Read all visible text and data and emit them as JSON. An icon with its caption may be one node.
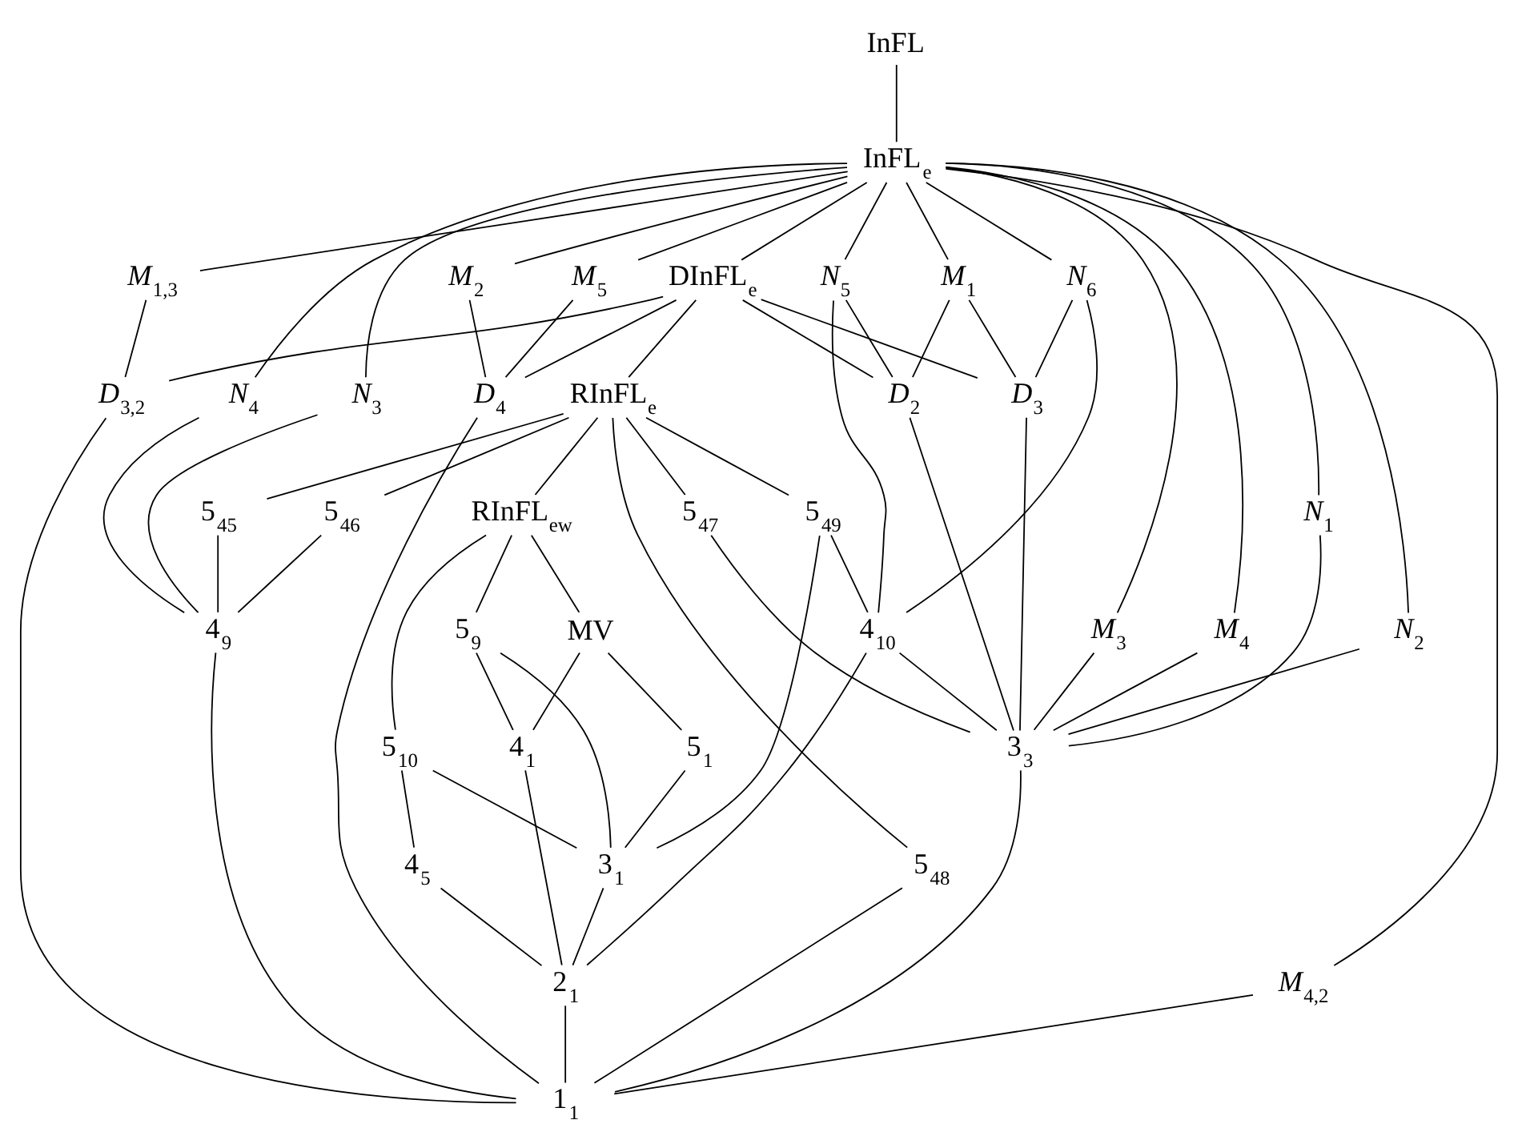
{
  "diagram": {
    "nodes": [
      {
        "text": [
          "InFL"
        ]
      },
      {
        "text": [
          "InFL$_{e}$"
        ]
      },
      {
        "text": [
          "DInFL$_{e}$"
        ]
      },
      {
        "text": [
          "RInFL$_{e}$"
        ]
      },
      {
        "text": [
          "RInFL$_{ew}$"
        ]
      },
      {
        "text": [
          "MV"
        ]
      },
      {
        "text": [
          "5$_{1}$"
        ]
      },
      {
        "text": [
          "5$_{9}$"
        ]
      },
      {
        "text": [
          "5$_{10}$"
        ]
      },
      {
        "text": [
          "5$_{49}$"
        ]
      },
      {
        "text": [
          "*N*$_{5}$"
        ]
      },
      {
        "text": [
          "*N*$_{6}$"
        ]
      },
      {
        "text": [
          "*M*$_{1}$"
        ]
      },
      {
        "text": [
          "4$_{1}$"
        ]
      },
      {
        "text": [
          "3$_{1}$"
        ]
      },
      {
        "text": [
          "4$_{5}$"
        ]
      },
      {
        "text": [
          "5$_{46}$"
        ]
      },
      {
        "text": [
          "4$_{10}$"
        ]
      },
      {
        "text": [
          "5$_{45}$"
        ]
      },
      {
        "text": [
          "5$_{47}$"
        ]
      },
      {
        "text": [
          "*D*$_{2}$"
        ]
      },
      {
        "text": [
          "*D*$_{3}$"
        ]
      },
      {
        "text": [
          "*N*$_{3}$"
        ]
      },
      {
        "text": [
          "*N*$_{4}$"
        ]
      },
      {
        "text": [
          "*M*$_{3}$"
        ]
      },
      {
        "text": [
          "*M*$_{4}$"
        ]
      },
      {
        "text": [
          "*N*$_{1}$"
        ]
      },
      {
        "text": [
          "*N*$_{2}$"
        ]
      },
      {
        "text": [
          "*M*$_{2}$"
        ]
      },
      {
        "text": [
          "*M*$_{5}$"
        ]
      },
      {
        "text": [
          "*M*$_{1,3}$"
        ]
      },
      {
        "text": [
          "2$_{1}$"
        ]
      },
      {
        "text": [
          "5$_{48}$"
        ]
      },
      {
        "text": [
          "4$_{9}$"
        ]
      },
      {
        "text": [
          "3$_{3}$"
        ]
      },
      {
        "text": [
          "*D*$_{4}$"
        ]
      },
      {
        "text": [
          "*D*$_{3,2}$"
        ]
      },
      {
        "text": [
          "*M*$_{4,2}$"
        ]
      },
      {
        "text": [
          "1$_{1}$"
        ]
      }
    ],
    "edges": [
      {
        "from": 0,
        "to": 1,
        "arrow": "none"
      },
      {
        "from": 1,
        "to": 2,
        "arrow": "none"
      },
      {
        "from": 2,
        "to": 3,
        "arrow": "none"
      },
      {
        "from": 3,
        "to": 4,
        "arrow": "none"
      },
      {
        "from": 4,
        "to": 5,
        "arrow": "none"
      },
      {
        "from": 4,
        "to": 7,
        "arrow": "none"
      },
      {
        "from": 4,
        "to": 8,
        "arrow": "none"
      },
      {
        "from": 5,
        "to": 13,
        "arrow": "none"
      },
      {
        "from": 5,
        "to": 6,
        "arrow": "none"
      },
      {
        "from": 3,
        "to": 16,
        "arrow": "none"
      },
      {
        "from": 3,
        "to": 9,
        "arrow": "none"
      },
      {
        "from": 3,
        "to": 32,
        "arrow": "none"
      },
      {
        "from": 3,
        "to": 18,
        "arrow": "none"
      },
      {
        "from": 3,
        "to": 19,
        "arrow": "none"
      },
      {
        "from": 2,
        "to": 20,
        "arrow": "none"
      },
      {
        "from": 2,
        "to": 21,
        "arrow": "none"
      },
      {
        "from": 2,
        "to": 35,
        "arrow": "none"
      },
      {
        "from": 2,
        "to": 36,
        "arrow": "none"
      },
      {
        "from": 1,
        "to": 10,
        "arrow": "none"
      },
      {
        "from": 1,
        "to": 11,
        "arrow": "none"
      },
      {
        "from": 1,
        "to": 12,
        "arrow": "none"
      },
      {
        "from": 1,
        "to": 22,
        "arrow": "none"
      },
      {
        "from": 1,
        "to": 23,
        "arrow": "none"
      },
      {
        "from": 1,
        "to": 24,
        "arrow": "none"
      },
      {
        "from": 1,
        "to": 25,
        "arrow": "none"
      },
      {
        "from": 1,
        "to": 26,
        "arrow": "none"
      },
      {
        "from": 1,
        "to": 27,
        "arrow": "none"
      },
      {
        "from": 1,
        "to": 28,
        "arrow": "none"
      },
      {
        "from": 1,
        "to": 37,
        "arrow": "none"
      },
      {
        "from": 1,
        "to": 29,
        "arrow": "none"
      },
      {
        "from": 1,
        "to": 30,
        "arrow": "none"
      },
      {
        "from": 6,
        "to": 14,
        "arrow": "none"
      },
      {
        "from": 7,
        "to": 13,
        "arrow": "none"
      },
      {
        "from": 7,
        "to": 14,
        "arrow": "none"
      },
      {
        "from": 8,
        "to": 14,
        "arrow": "none"
      },
      {
        "from": 8,
        "to": 15,
        "arrow": "none"
      },
      {
        "from": 9,
        "to": 14,
        "arrow": "none"
      },
      {
        "from": 9,
        "to": 17,
        "arrow": "none"
      },
      {
        "from": 10,
        "to": 17,
        "arrow": "none"
      },
      {
        "from": 10,
        "to": 20,
        "arrow": "none"
      },
      {
        "from": 11,
        "to": 17,
        "arrow": "none"
      },
      {
        "from": 11,
        "to": 21,
        "arrow": "none"
      },
      {
        "from": 12,
        "to": 20,
        "arrow": "none"
      },
      {
        "from": 12,
        "to": 21,
        "arrow": "none"
      },
      {
        "from": 13,
        "to": 31,
        "arrow": "none"
      },
      {
        "from": 14,
        "to": 31,
        "arrow": "none"
      },
      {
        "from": 15,
        "to": 31,
        "arrow": "none"
      },
      {
        "from": 17,
        "to": 31,
        "arrow": "none"
      },
      {
        "from": 16,
        "to": 33,
        "arrow": "none"
      },
      {
        "from": 17,
        "to": 34,
        "arrow": "none"
      },
      {
        "from": 18,
        "to": 33,
        "arrow": "none"
      },
      {
        "from": 19,
        "to": 34,
        "arrow": "none"
      },
      {
        "from": 20,
        "to": 34,
        "arrow": "none"
      },
      {
        "from": 21,
        "to": 34,
        "arrow": "none"
      },
      {
        "from": 22,
        "to": 33,
        "arrow": "none"
      },
      {
        "from": 23,
        "to": 33,
        "arrow": "none"
      },
      {
        "from": 24,
        "to": 34,
        "arrow": "none"
      },
      {
        "from": 25,
        "to": 34,
        "arrow": "none"
      },
      {
        "from": 26,
        "to": 34,
        "arrow": "none"
      },
      {
        "from": 27,
        "to": 34,
        "arrow": "none"
      },
      {
        "from": 28,
        "to": 35,
        "arrow": "none"
      },
      {
        "from": 29,
        "to": 35,
        "arrow": "none"
      },
      {
        "from": 30,
        "to": 36,
        "arrow": "none"
      },
      {
        "from": 31,
        "to": 38,
        "arrow": "none"
      },
      {
        "from": 32,
        "to": 38,
        "arrow": "none"
      },
      {
        "from": 33,
        "to": 38,
        "arrow": "none"
      },
      {
        "from": 34,
        "to": 38,
        "arrow": "none"
      },
      {
        "from": 35,
        "to": 38,
        "arrow": "none"
      },
      {
        "from": 36,
        "to": 38,
        "arrow": "none"
      },
      {
        "from": 37,
        "to": 38,
        "arrow": "none"
      }
    ]
  }
}
